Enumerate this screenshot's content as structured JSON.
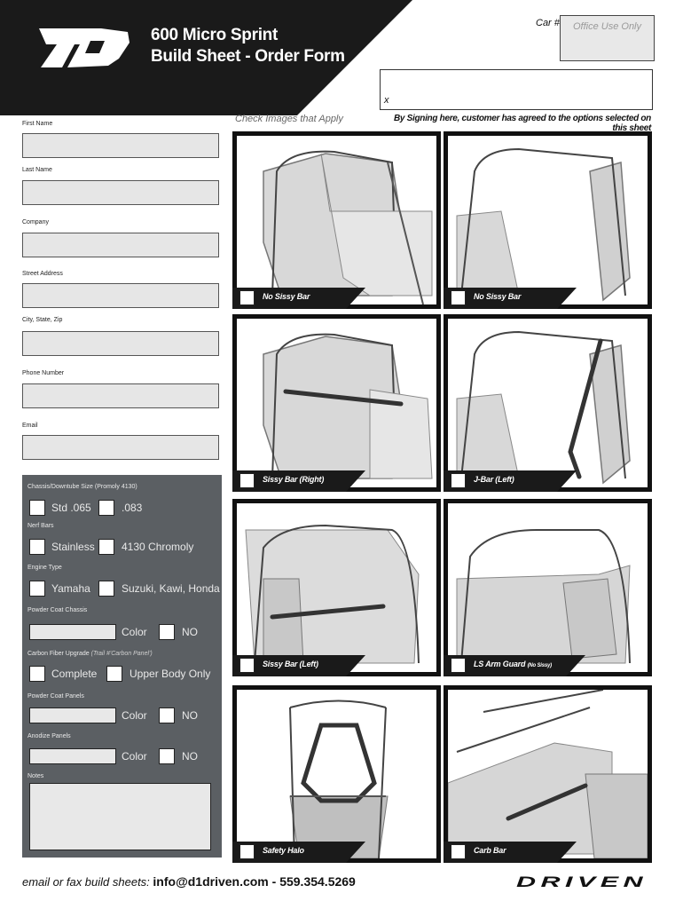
{
  "header": {
    "title_line1": "600 Micro Sprint",
    "title_line2": "Build Sheet - Order Form",
    "car_no_label": "Car #",
    "office_use": "Office Use Only",
    "signature_x": "x",
    "signature_note": "By Signing here, customer has agreed to the options selected on this sheet",
    "check_note": "Check Images that Apply"
  },
  "colors": {
    "dark": "#1a1a1a",
    "panel": "#5b5f63",
    "field": "#e6e6e6"
  },
  "fields": [
    {
      "label": "First Name",
      "value": ""
    },
    {
      "label": "Last Name",
      "value": ""
    },
    {
      "label": "Company",
      "value": ""
    },
    {
      "label": "Street Address",
      "value": ""
    },
    {
      "label": "City, State, Zip",
      "value": ""
    },
    {
      "label": "Phone Number",
      "value": ""
    },
    {
      "label": "Email",
      "value": ""
    }
  ],
  "options": {
    "chassis": {
      "label": "Chassis/Downtube Size (Promoly 4130)",
      "opt1": "Std .065",
      "opt2": ".083"
    },
    "nerf": {
      "label": "Nerf Bars",
      "opt1": "Stainless",
      "opt2": "4130 Chromoly"
    },
    "engine": {
      "label": "Engine Type",
      "opt1": "Yamaha",
      "opt2": "Suzuki, Kawi, Honda"
    },
    "powder_chassis": {
      "label": "Powder Coat Chassis",
      "color": "Color",
      "no": "NO"
    },
    "carbon": {
      "label": "Carbon Fiber Upgrade",
      "label_note": "(Trail #'Carbon Panel')",
      "opt1": "Complete",
      "opt2": "Upper Body Only"
    },
    "powder_panels": {
      "label": "Powder Coat Panels",
      "color": "Color",
      "no": "NO"
    },
    "anodize": {
      "label": "Anodize Panels",
      "color": "Color",
      "no": "NO"
    },
    "notes": {
      "label": "Notes"
    }
  },
  "images": [
    {
      "label": "No Sissy Bar",
      "note": ""
    },
    {
      "label": "No Sissy Bar",
      "note": ""
    },
    {
      "label": "Sissy Bar (Right)",
      "note": ""
    },
    {
      "label": "J-Bar (Left)",
      "note": ""
    },
    {
      "label": "Sissy Bar (Left)",
      "note": ""
    },
    {
      "label": "LS Arm Guard",
      "note": "(No Sissy)"
    },
    {
      "label": "Safety Halo",
      "note": ""
    },
    {
      "label": "Carb Bar",
      "note": ""
    }
  ],
  "footer": {
    "text": "email or fax build sheets:",
    "contact": "info@d1driven.com - 559.354.5269",
    "brand": "DRIVEN"
  }
}
